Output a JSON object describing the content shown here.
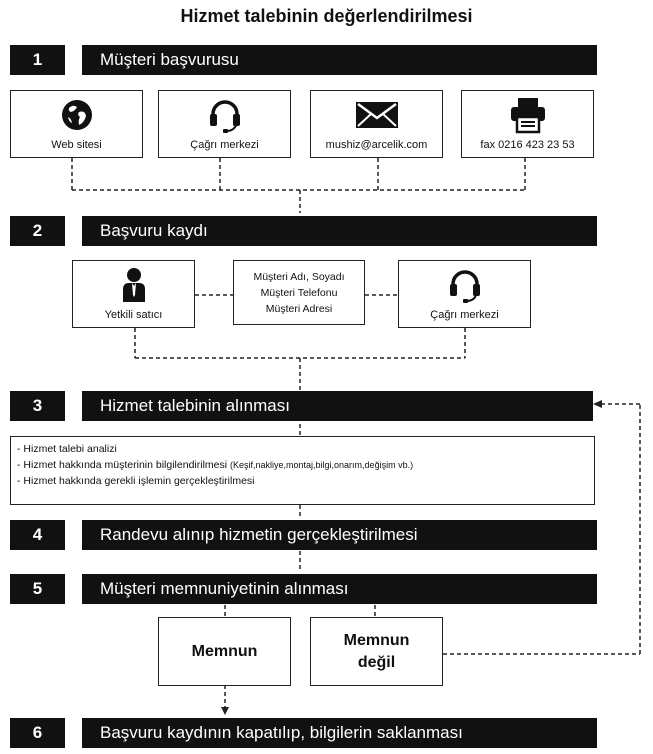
{
  "title": "Hizmet talebinin değerlendirilmesi",
  "steps": [
    {
      "num": "1",
      "label": "Müşteri başvurusu"
    },
    {
      "num": "2",
      "label": "Başvuru kaydı"
    },
    {
      "num": "3",
      "label": "Hizmet talebinin alınması"
    },
    {
      "num": "4",
      "label": "Randevu alınıp hizmetin gerçekleştirilmesi"
    },
    {
      "num": "5",
      "label": "Müşteri memnuniyetinin alınması"
    },
    {
      "num": "6",
      "label": "Başvuru kaydının kapatılıp, bilgilerin saklanması"
    }
  ],
  "channels": [
    {
      "label": "Web sitesi",
      "icon": "globe-icon"
    },
    {
      "label": "Çağrı merkezi",
      "icon": "headset-icon"
    },
    {
      "label": "mushiz@arcelik.com",
      "icon": "envelope-icon"
    },
    {
      "label": "fax 0216 423 23 53",
      "icon": "fax-icon"
    }
  ],
  "record": {
    "seller": {
      "label": "Yetkili satıcı",
      "icon": "person-icon"
    },
    "fields": [
      "Müşteri Adı, Soyadı",
      "Müşteri Telefonu",
      "Müşteri Adresi"
    ],
    "call_center": {
      "label": "Çağrı merkezi",
      "icon": "headset-icon"
    }
  },
  "request": {
    "line1": "- Hizmet talebi analizi",
    "line2_main": "- Hizmet hakkında müşterinin bilgilendirilmesi",
    "line2_small": "(Keşif,nakliye,montaj,bilgi,onarım,değişim vb.)",
    "line3": "- Hizmet hakkında gerekli işlemin gerçekleştirilmesi"
  },
  "satisfaction": {
    "yes": "Memnun",
    "no_line1": "Memnun",
    "no_line2": "değil"
  }
}
